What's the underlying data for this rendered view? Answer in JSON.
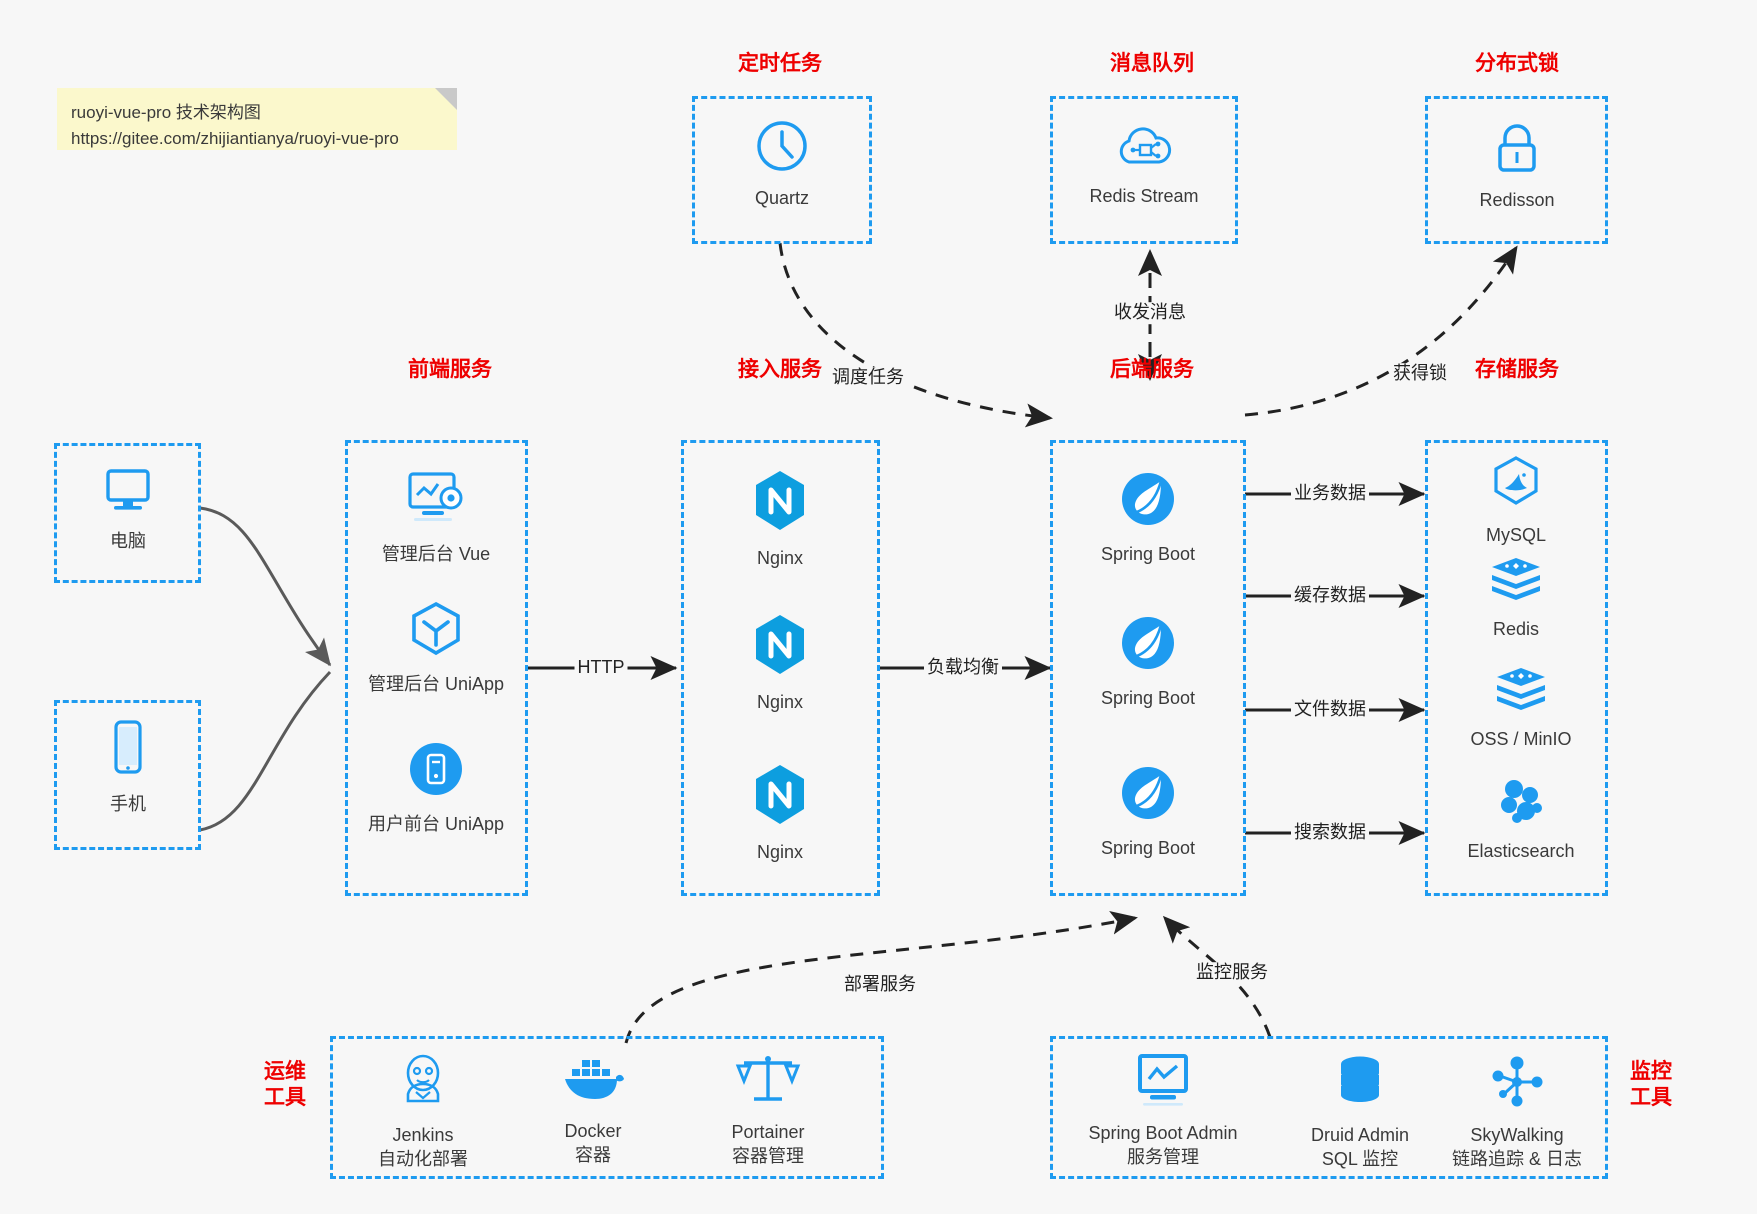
{
  "note": {
    "line1": "ruoyi-vue-pro 技术架构图",
    "line2": "https://gitee.com/zhijiantianya/ruoyi-vue-pro"
  },
  "colors": {
    "accent": "#1e9bf0",
    "group_title": "#ee0000",
    "node_text": "#3a3a3a",
    "background": "#f7f7f7",
    "note_bg": "#fbf8cc",
    "arrow": "#222222",
    "curve": "#4d4d4d"
  },
  "groups": {
    "scheduled_task": {
      "title": "定时任务",
      "nodes": [
        {
          "label": "Quartz",
          "icon": "clock-icon"
        }
      ]
    },
    "message_queue": {
      "title": "消息队列",
      "nodes": [
        {
          "label": "Redis Stream",
          "icon": "cloud-stream-icon"
        }
      ]
    },
    "distributed_lock": {
      "title": "分布式锁",
      "nodes": [
        {
          "label": "Redisson",
          "icon": "lock-icon"
        }
      ]
    },
    "clients": {
      "pc": {
        "label": "电脑",
        "icon": "desktop-icon"
      },
      "mobile": {
        "label": "手机",
        "icon": "phone-icon"
      }
    },
    "frontend": {
      "title": "前端服务",
      "nodes": [
        {
          "label": "管理后台 Vue",
          "icon": "dashboard-gear-icon"
        },
        {
          "label": "管理后台 UniApp",
          "icon": "cube-icon"
        },
        {
          "label": "用户前台 UniApp",
          "icon": "mobile-app-icon"
        }
      ]
    },
    "gateway": {
      "title": "接入服务",
      "nodes": [
        {
          "label": "Nginx",
          "icon": "nginx-icon"
        },
        {
          "label": "Nginx",
          "icon": "nginx-icon"
        },
        {
          "label": "Nginx",
          "icon": "nginx-icon"
        }
      ]
    },
    "backend": {
      "title": "后端服务",
      "nodes": [
        {
          "label": "Spring Boot",
          "icon": "spring-boot-icon"
        },
        {
          "label": "Spring Boot",
          "icon": "spring-boot-icon"
        },
        {
          "label": "Spring Boot",
          "icon": "spring-boot-icon"
        }
      ]
    },
    "storage": {
      "title": "存储服务",
      "nodes": [
        {
          "label": "MySQL",
          "icon": "mysql-icon"
        },
        {
          "label": "Redis",
          "icon": "redis-icon"
        },
        {
          "label": "OSS / MinIO",
          "icon": "oss-icon"
        },
        {
          "label": "Elasticsearch",
          "icon": "elasticsearch-icon"
        }
      ]
    },
    "devops": {
      "title_line1": "运维",
      "title_line2": "工具",
      "nodes": [
        {
          "label": "Jenkins",
          "sublabel": "自动化部署",
          "icon": "jenkins-icon"
        },
        {
          "label": "Docker",
          "sublabel": "容器",
          "icon": "docker-icon"
        },
        {
          "label": "Portainer",
          "sublabel": "容器管理",
          "icon": "scales-icon"
        }
      ]
    },
    "monitoring": {
      "title_line1": "监控",
      "title_line2": "工具",
      "nodes": [
        {
          "label": "Spring Boot Admin",
          "sublabel": "服务管理",
          "icon": "monitor-chart-icon"
        },
        {
          "label": "Druid Admin",
          "sublabel": "SQL 监控",
          "icon": "database-icon"
        },
        {
          "label": "SkyWalking",
          "sublabel": "链路追踪 & 日志",
          "icon": "skywalking-icon"
        }
      ]
    }
  },
  "edges": [
    {
      "id": "http",
      "label": "HTTP"
    },
    {
      "id": "load-balance",
      "label": "负载均衡"
    },
    {
      "id": "schedule-task",
      "label": "调度任务"
    },
    {
      "id": "send-receive-message",
      "label": "收发消息"
    },
    {
      "id": "acquire-lock",
      "label": "获得锁"
    },
    {
      "id": "business-data",
      "label": "业务数据"
    },
    {
      "id": "cache-data",
      "label": "缓存数据"
    },
    {
      "id": "file-data",
      "label": "文件数据"
    },
    {
      "id": "search-data",
      "label": "搜索数据"
    },
    {
      "id": "deploy-service",
      "label": "部署服务"
    },
    {
      "id": "monitor-service",
      "label": "监控服务"
    }
  ]
}
